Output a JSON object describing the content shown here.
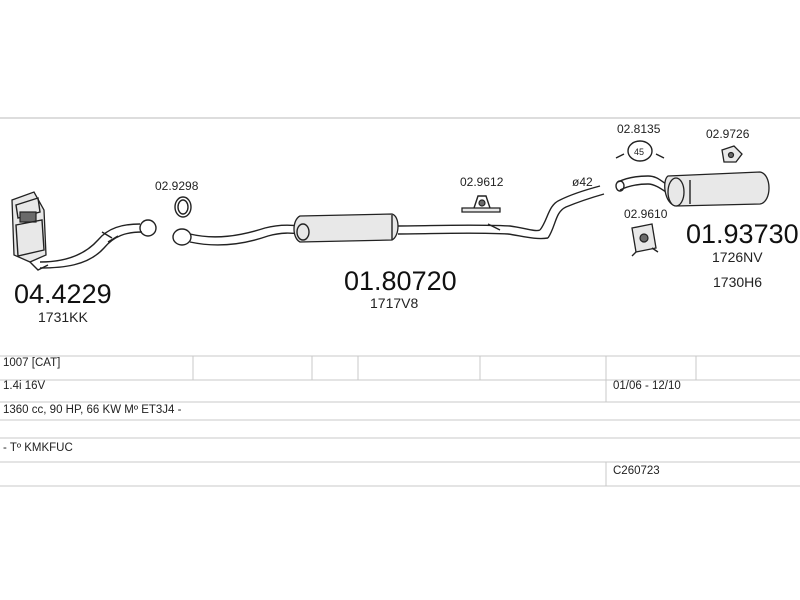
{
  "parts": {
    "catalyst": {
      "number": "04.4229",
      "oem": "1731KK"
    },
    "clamp_ring": {
      "number": "02.9298"
    },
    "middle_silencer": {
      "number": "01.80720",
      "oem": "1717V8"
    },
    "hanger_middle": {
      "number": "02.9612"
    },
    "pipe_diameter": {
      "label": "ø42"
    },
    "clamp_45": {
      "number": "02.8135",
      "size": "45"
    },
    "rubber_mount": {
      "number": "02.9726"
    },
    "hanger_rear": {
      "number": "02.9610"
    },
    "rear_silencer": {
      "number": "01.93730",
      "oem_1": "1726NV",
      "oem_2": "1730H6"
    }
  },
  "spec": {
    "model": "1007  [CAT]",
    "engine": "1.4i 16V",
    "period": "01/06 - 12/10",
    "details": "1360 cc, 90 HP, 66 KW  Mº ET3J4 -",
    "type": "- Tº KMKFUC",
    "code": "C260723"
  }
}
